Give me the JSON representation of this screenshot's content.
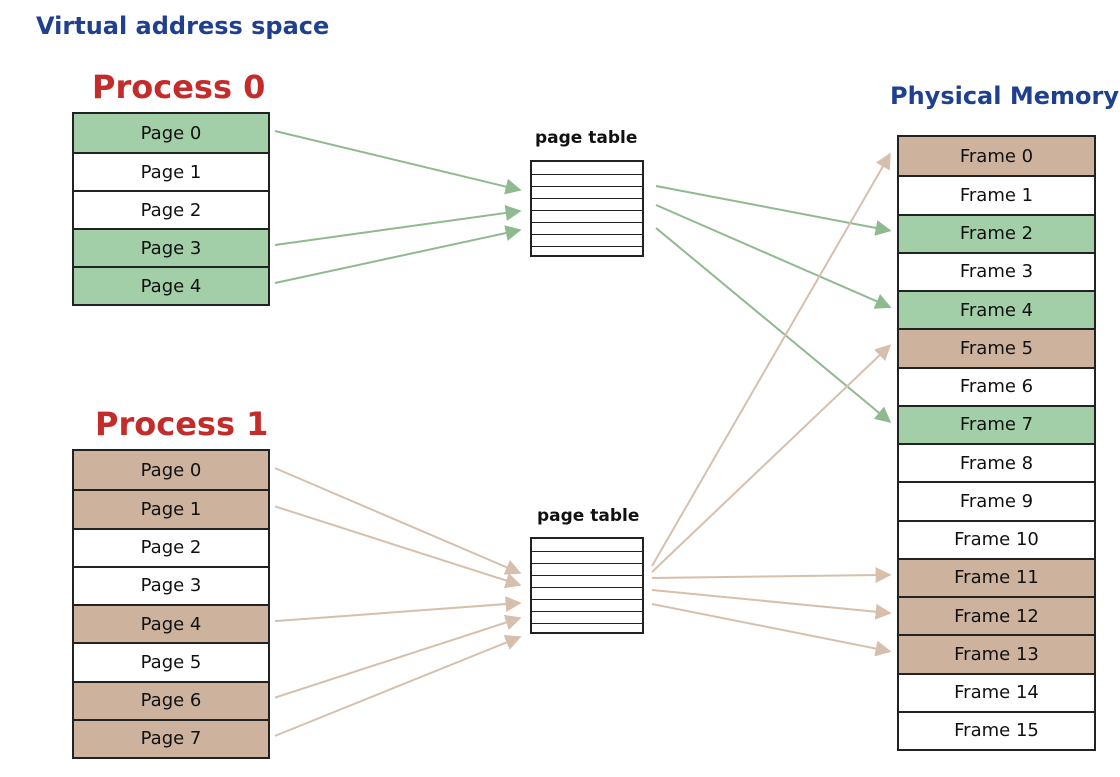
{
  "titles": {
    "virtual_address_space": "Virtual address space",
    "process0": "Process 0",
    "process1": "Process 1",
    "physical_memory": "Physical Memory",
    "page_table_0": "page table",
    "page_table_1": "page table"
  },
  "colors": {
    "mapped_process0": "#a3cfa8",
    "mapped_process1": "#cdb29d",
    "unmapped": "#ffffff",
    "arrow_process0": "#8fb98f",
    "arrow_process1": "#d6c0ad"
  },
  "process0": {
    "pages": [
      {
        "label": "Page 0",
        "mapped": true
      },
      {
        "label": "Page 1",
        "mapped": false
      },
      {
        "label": "Page 2",
        "mapped": false
      },
      {
        "label": "Page 3",
        "mapped": true
      },
      {
        "label": "Page 4",
        "mapped": true
      }
    ]
  },
  "process1": {
    "pages": [
      {
        "label": "Page 0",
        "mapped": true
      },
      {
        "label": "Page 1",
        "mapped": true
      },
      {
        "label": "Page 2",
        "mapped": false
      },
      {
        "label": "Page 3",
        "mapped": false
      },
      {
        "label": "Page 4",
        "mapped": true
      },
      {
        "label": "Page 5",
        "mapped": false
      },
      {
        "label": "Page 6",
        "mapped": true
      },
      {
        "label": "Page 7",
        "mapped": true
      }
    ]
  },
  "physical_memory": {
    "frames": [
      {
        "label": "Frame 0",
        "owner": "process1"
      },
      {
        "label": "Frame 1",
        "owner": "none"
      },
      {
        "label": "Frame 2",
        "owner": "process0"
      },
      {
        "label": "Frame 3",
        "owner": "none"
      },
      {
        "label": "Frame 4",
        "owner": "process0"
      },
      {
        "label": "Frame 5",
        "owner": "process1"
      },
      {
        "label": "Frame 6",
        "owner": "none"
      },
      {
        "label": "Frame 7",
        "owner": "process0"
      },
      {
        "label": "Frame 8",
        "owner": "none"
      },
      {
        "label": "Frame 9",
        "owner": "none"
      },
      {
        "label": "Frame 10",
        "owner": "none"
      },
      {
        "label": "Frame 11",
        "owner": "process1"
      },
      {
        "label": "Frame 12",
        "owner": "process1"
      },
      {
        "label": "Frame 13",
        "owner": "process1"
      },
      {
        "label": "Frame 14",
        "owner": "none"
      },
      {
        "label": "Frame 15",
        "owner": "none"
      }
    ]
  },
  "page_table_rows": 8,
  "mappings": {
    "process0_pages_to_table": [
      0,
      3,
      4
    ],
    "table0_to_frames": [
      2,
      4,
      7
    ],
    "process1_pages_to_table": [
      0,
      1,
      4,
      6,
      7
    ],
    "table1_to_frames": [
      0,
      5,
      11,
      12,
      13
    ]
  }
}
